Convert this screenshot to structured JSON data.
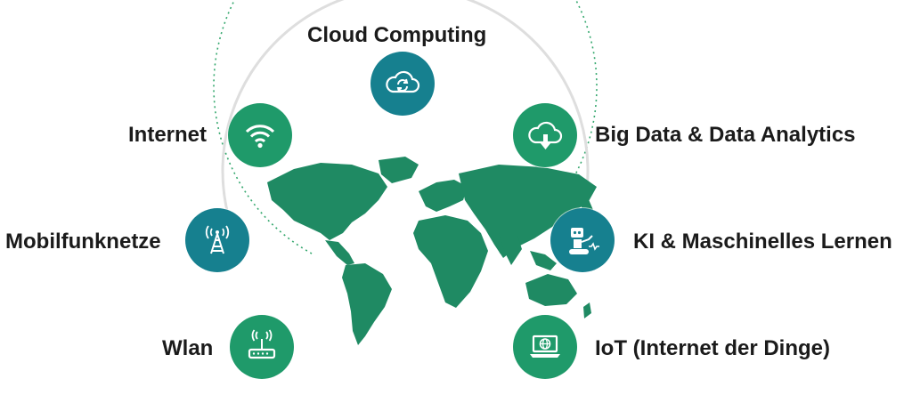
{
  "colors": {
    "teal": "#16808f",
    "green": "#1f9a6a",
    "map": "#1d8a63",
    "ring_gray": "#d9d9d9",
    "ring_green_dotted": "#35a86e"
  },
  "nodes": [
    {
      "id": "cloud",
      "label": "Cloud Computing",
      "icon": "cloud-sync-icon",
      "color": "teal"
    },
    {
      "id": "bigdata",
      "label": "Big Data & Data Analytics",
      "icon": "cloud-download-icon",
      "color": "green"
    },
    {
      "id": "ki",
      "label": "KI & Maschinelles Lernen",
      "icon": "robot-icon",
      "color": "teal"
    },
    {
      "id": "iot",
      "label": "IoT (Internet der Dinge)",
      "icon": "laptop-globe-icon",
      "color": "green"
    },
    {
      "id": "wlan",
      "label": "Wlan",
      "icon": "wifi-router-icon",
      "color": "green"
    },
    {
      "id": "mobil",
      "label": "Mobilfunknetze",
      "icon": "cell-tower-icon",
      "color": "teal"
    },
    {
      "id": "internet",
      "label": "Internet",
      "icon": "wifi-icon",
      "color": "green"
    }
  ]
}
